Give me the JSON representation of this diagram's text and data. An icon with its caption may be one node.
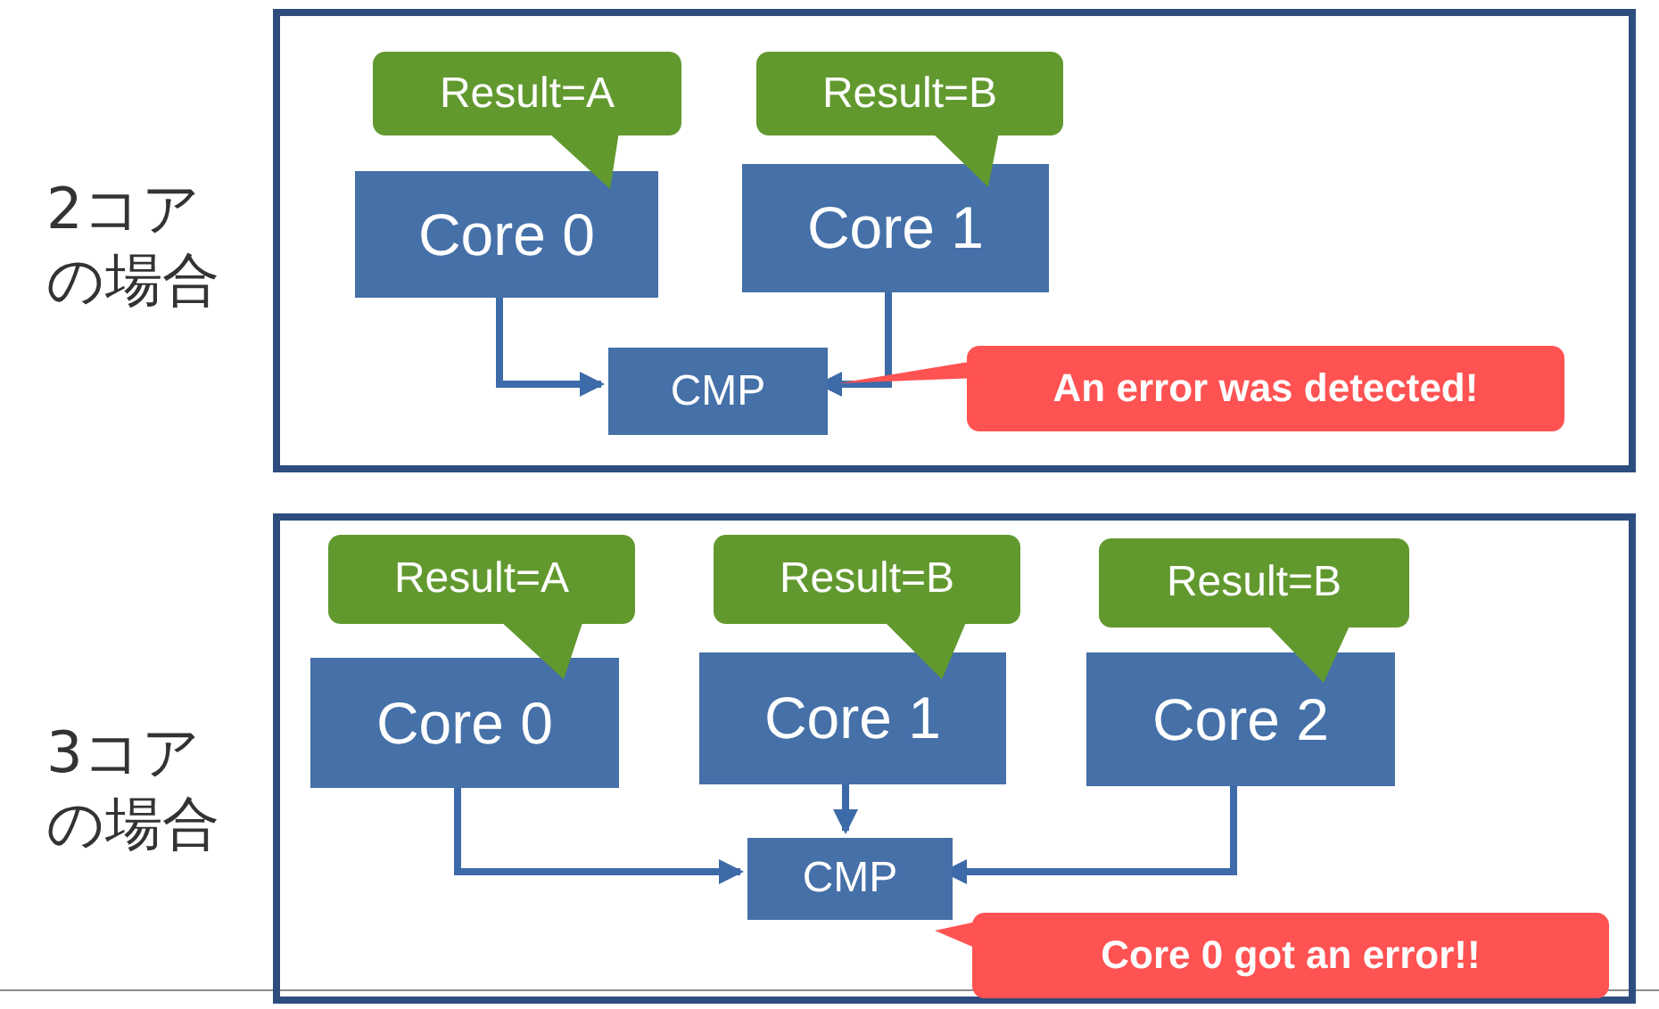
{
  "diagram": {
    "nodes": [
      {
        "text": [
          "2コアの場合"
        ]
      },
      {
        "text": [
          "Result=A"
        ],
        "in": 0
      },
      {
        "text": [
          "Result=B"
        ],
        "in": 0
      },
      {
        "text": [
          "Core 0"
        ],
        "in": 0
      },
      {
        "text": [
          "Core 1"
        ],
        "in": 0
      },
      {
        "text": [
          "CMP"
        ],
        "in": 0
      },
      {
        "text": [
          "An error was detected!"
        ],
        "in": 0
      },
      {
        "text": [
          "3コアの場合"
        ]
      },
      {
        "text": [
          "Result=A"
        ],
        "in": 7
      },
      {
        "text": [
          "Result=B"
        ],
        "in": 7
      },
      {
        "text": [
          "Result=B"
        ],
        "in": 7
      },
      {
        "text": [
          "Core 0"
        ],
        "in": 7
      },
      {
        "text": [
          "Core 1"
        ],
        "in": 7
      },
      {
        "text": [
          "Core 2"
        ],
        "in": 7
      },
      {
        "text": [
          "CMP"
        ],
        "in": 7
      },
      {
        "text": [
          "Core 0 got an error!!"
        ],
        "in": 7
      }
    ],
    "edges": [
      {
        "from": 3,
        "to": 5,
        "arrow": "to"
      },
      {
        "from": 4,
        "to": 5,
        "arrow": "to"
      },
      {
        "from": 11,
        "to": 14,
        "arrow": "to"
      },
      {
        "from": 12,
        "to": 14,
        "arrow": "to"
      },
      {
        "from": 13,
        "to": 14,
        "arrow": "to"
      }
    ]
  }
}
